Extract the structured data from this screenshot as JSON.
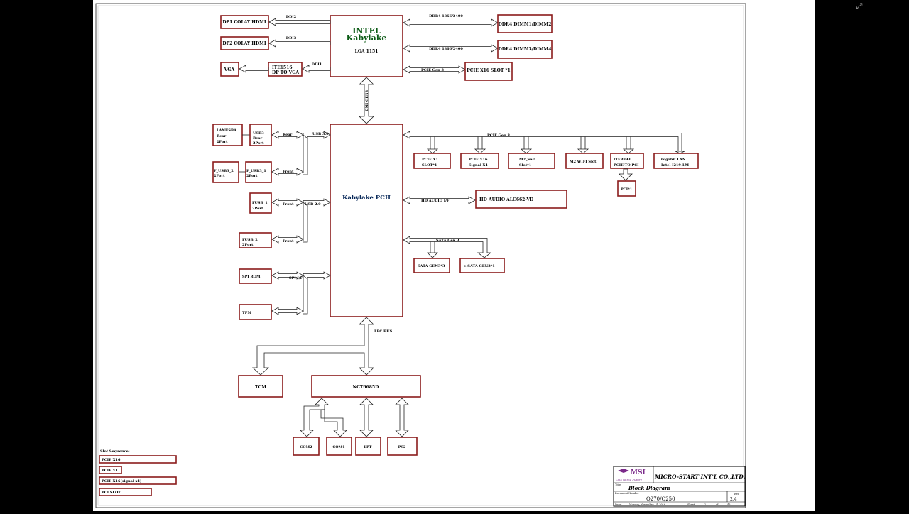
{
  "viewer": {
    "expand_icon": "expand-icon"
  },
  "cpu": {
    "title1": "INTEL",
    "title2": "Kabylake",
    "socket": "LGA 1151"
  },
  "pch": {
    "title": "Kabylake PCH"
  },
  "display": {
    "dp1": "DP1 COLAY HDMI",
    "dp2": "DP2 COLAY HDMI",
    "vga": "VGA",
    "ite_line1": "ITE6516",
    "ite_line2": "DP TO VGA",
    "ddi2": "DDI2",
    "ddi3": "DDI3",
    "ddi1": "DDI1"
  },
  "memory": {
    "bus1": "DDR4 1866/2400",
    "bus2": "DDR4 1866/2400",
    "dimm1": "DDR4  DIMM1/DIMM2",
    "dimm2": "DDR4  DIMM3/DIMM4"
  },
  "pcie_cpu": {
    "bus": "PCIE Gen 3",
    "slot": "PCIE X16 SLOT *1"
  },
  "dmi": {
    "label": "DMI GEN3"
  },
  "usb3": {
    "lanusb_1": "LANUSBA",
    "lanusb_2": "Rear",
    "lanusb_3": "2Port",
    "usb3_1": "USB3",
    "usb3_2": "Rear",
    "usb3_3": "2Port",
    "fusb3_2_a": "F_USB3_2",
    "fusb3_2_b": "2Port",
    "fusb3_1_a": "F_USB3_1",
    "fusb3_1_b": "2Port",
    "rear": "Rear",
    "front": "Front",
    "bus": "USB 3.0"
  },
  "usb2": {
    "fusb1_a": "FUSB_1",
    "fusb1_b": "2Port",
    "fusb2_a": "FUSB_2",
    "fusb2_b": "2Port",
    "front1": "Front",
    "front2": "Front",
    "bus": "USB 2.0"
  },
  "spi": {
    "rom": "SPI ROM",
    "tpm": "TPM",
    "bus": "SPI I/F"
  },
  "pch_pcie": {
    "bus": "PCIE Gen 3",
    "x1_a": "PCIE X1",
    "x1_b": "SLOT*1",
    "x16_a": "PCIE X16",
    "x16_b": "Signal X4",
    "m2ssd_a": "M2_SSD",
    "m2ssd_b": "Slot*1",
    "wifi": "M2 WIFI Slot",
    "ite_a": "ITE8893",
    "ite_b": "PCIE TO PCI",
    "lan_a": "Gigabit LAN",
    "lan_b": "Intel I219-LM",
    "pci": "PCI*1"
  },
  "audio": {
    "bus": "HD AUDIO I/F",
    "codec": "HD AUDIO ALC662-VD"
  },
  "sata": {
    "bus": "SATA Gen 3",
    "sata": "SATA GEN3*3",
    "esata": "e-SATA GEN3*1"
  },
  "lpc": {
    "bus": "LPC BUS",
    "tcm": "TCM",
    "sio": "NCT6685D",
    "com2": "COM2",
    "com1": "COM1",
    "lpt": "LPT",
    "ps2": "PS2"
  },
  "slot_seq": {
    "title": "Slot Sequence:",
    "s1": "PCIE X16",
    "s2": "PCIE X1",
    "s3": "PCIE X16(signal x4)",
    "s4": "PCI SLOT"
  },
  "title_block": {
    "logo": "MSI",
    "tagline": "Link to the Future",
    "company": "MICRO-START INT'L CO.,LTD.",
    "title_label": "Title",
    "title": "Block Diagram",
    "docnum_label": "Document Number",
    "docnum": "Q270/Q250",
    "rev_label": "Rev",
    "rev": "2.4",
    "date_label": "Date:",
    "date": "Monday, November 14, 2016",
    "sheet_label": "Sheet",
    "sheet": "2",
    "of_label": "of",
    "total": "45"
  }
}
